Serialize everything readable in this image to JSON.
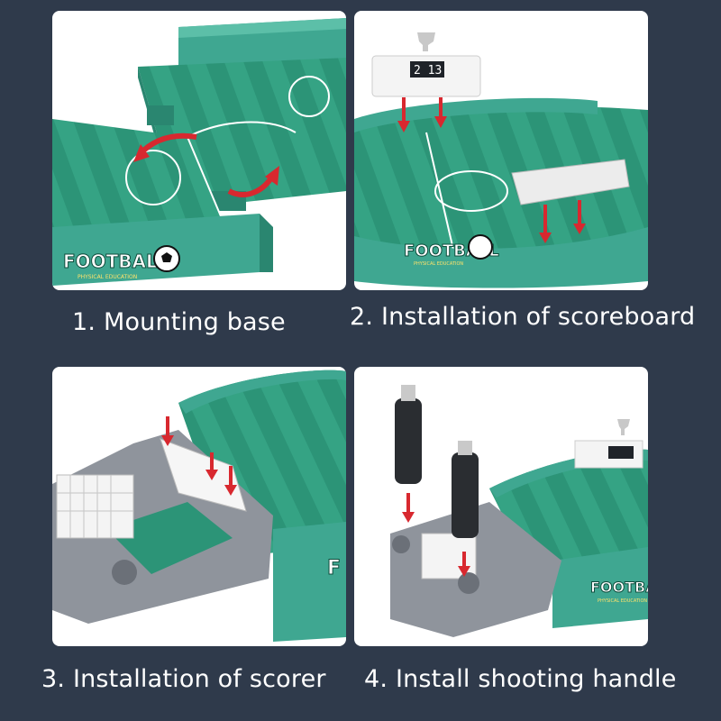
{
  "steps": [
    {
      "number": "1.",
      "caption": "1. Mounting base"
    },
    {
      "number": "2.",
      "caption": "2. Installation of scoreboard"
    },
    {
      "number": "3.",
      "caption": "3. Installation of scorer"
    },
    {
      "number": "4.",
      "caption": "4. Install shooting handle"
    }
  ],
  "product": {
    "brand": "FOOTBALL",
    "subtitle": "PHYSICAL EDUCATION",
    "score": "2 13"
  },
  "colors": {
    "background": "#2f3a4b",
    "field_dark": "#2f9a7c",
    "field_light": "#3db08f",
    "rail": "#3fa791",
    "arrow_red": "#d8282f",
    "gray_part": "#8f949c",
    "handle": "#2a2d31"
  }
}
